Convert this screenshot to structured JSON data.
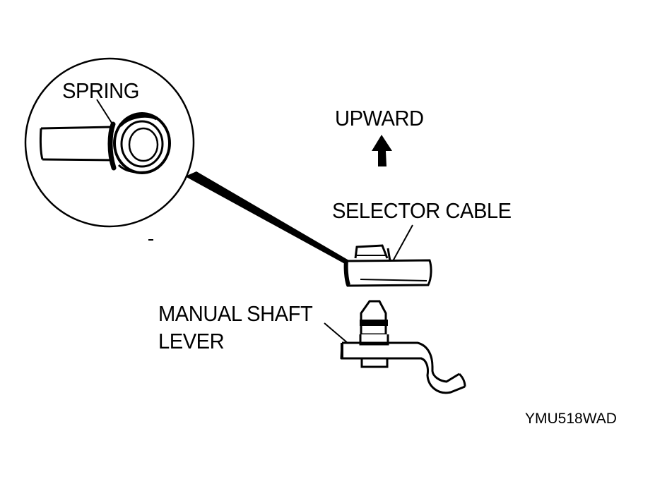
{
  "labels": {
    "spring": "SPRING",
    "upward": "UPWARD",
    "selector_cable": "SELECTOR CABLE",
    "manual_shaft_line1": "MANUAL SHAFT",
    "manual_shaft_line2": "LEVER",
    "figure_code": "YMU518WAD"
  },
  "colors": {
    "ink": "#000000",
    "paper": "#ffffff"
  }
}
